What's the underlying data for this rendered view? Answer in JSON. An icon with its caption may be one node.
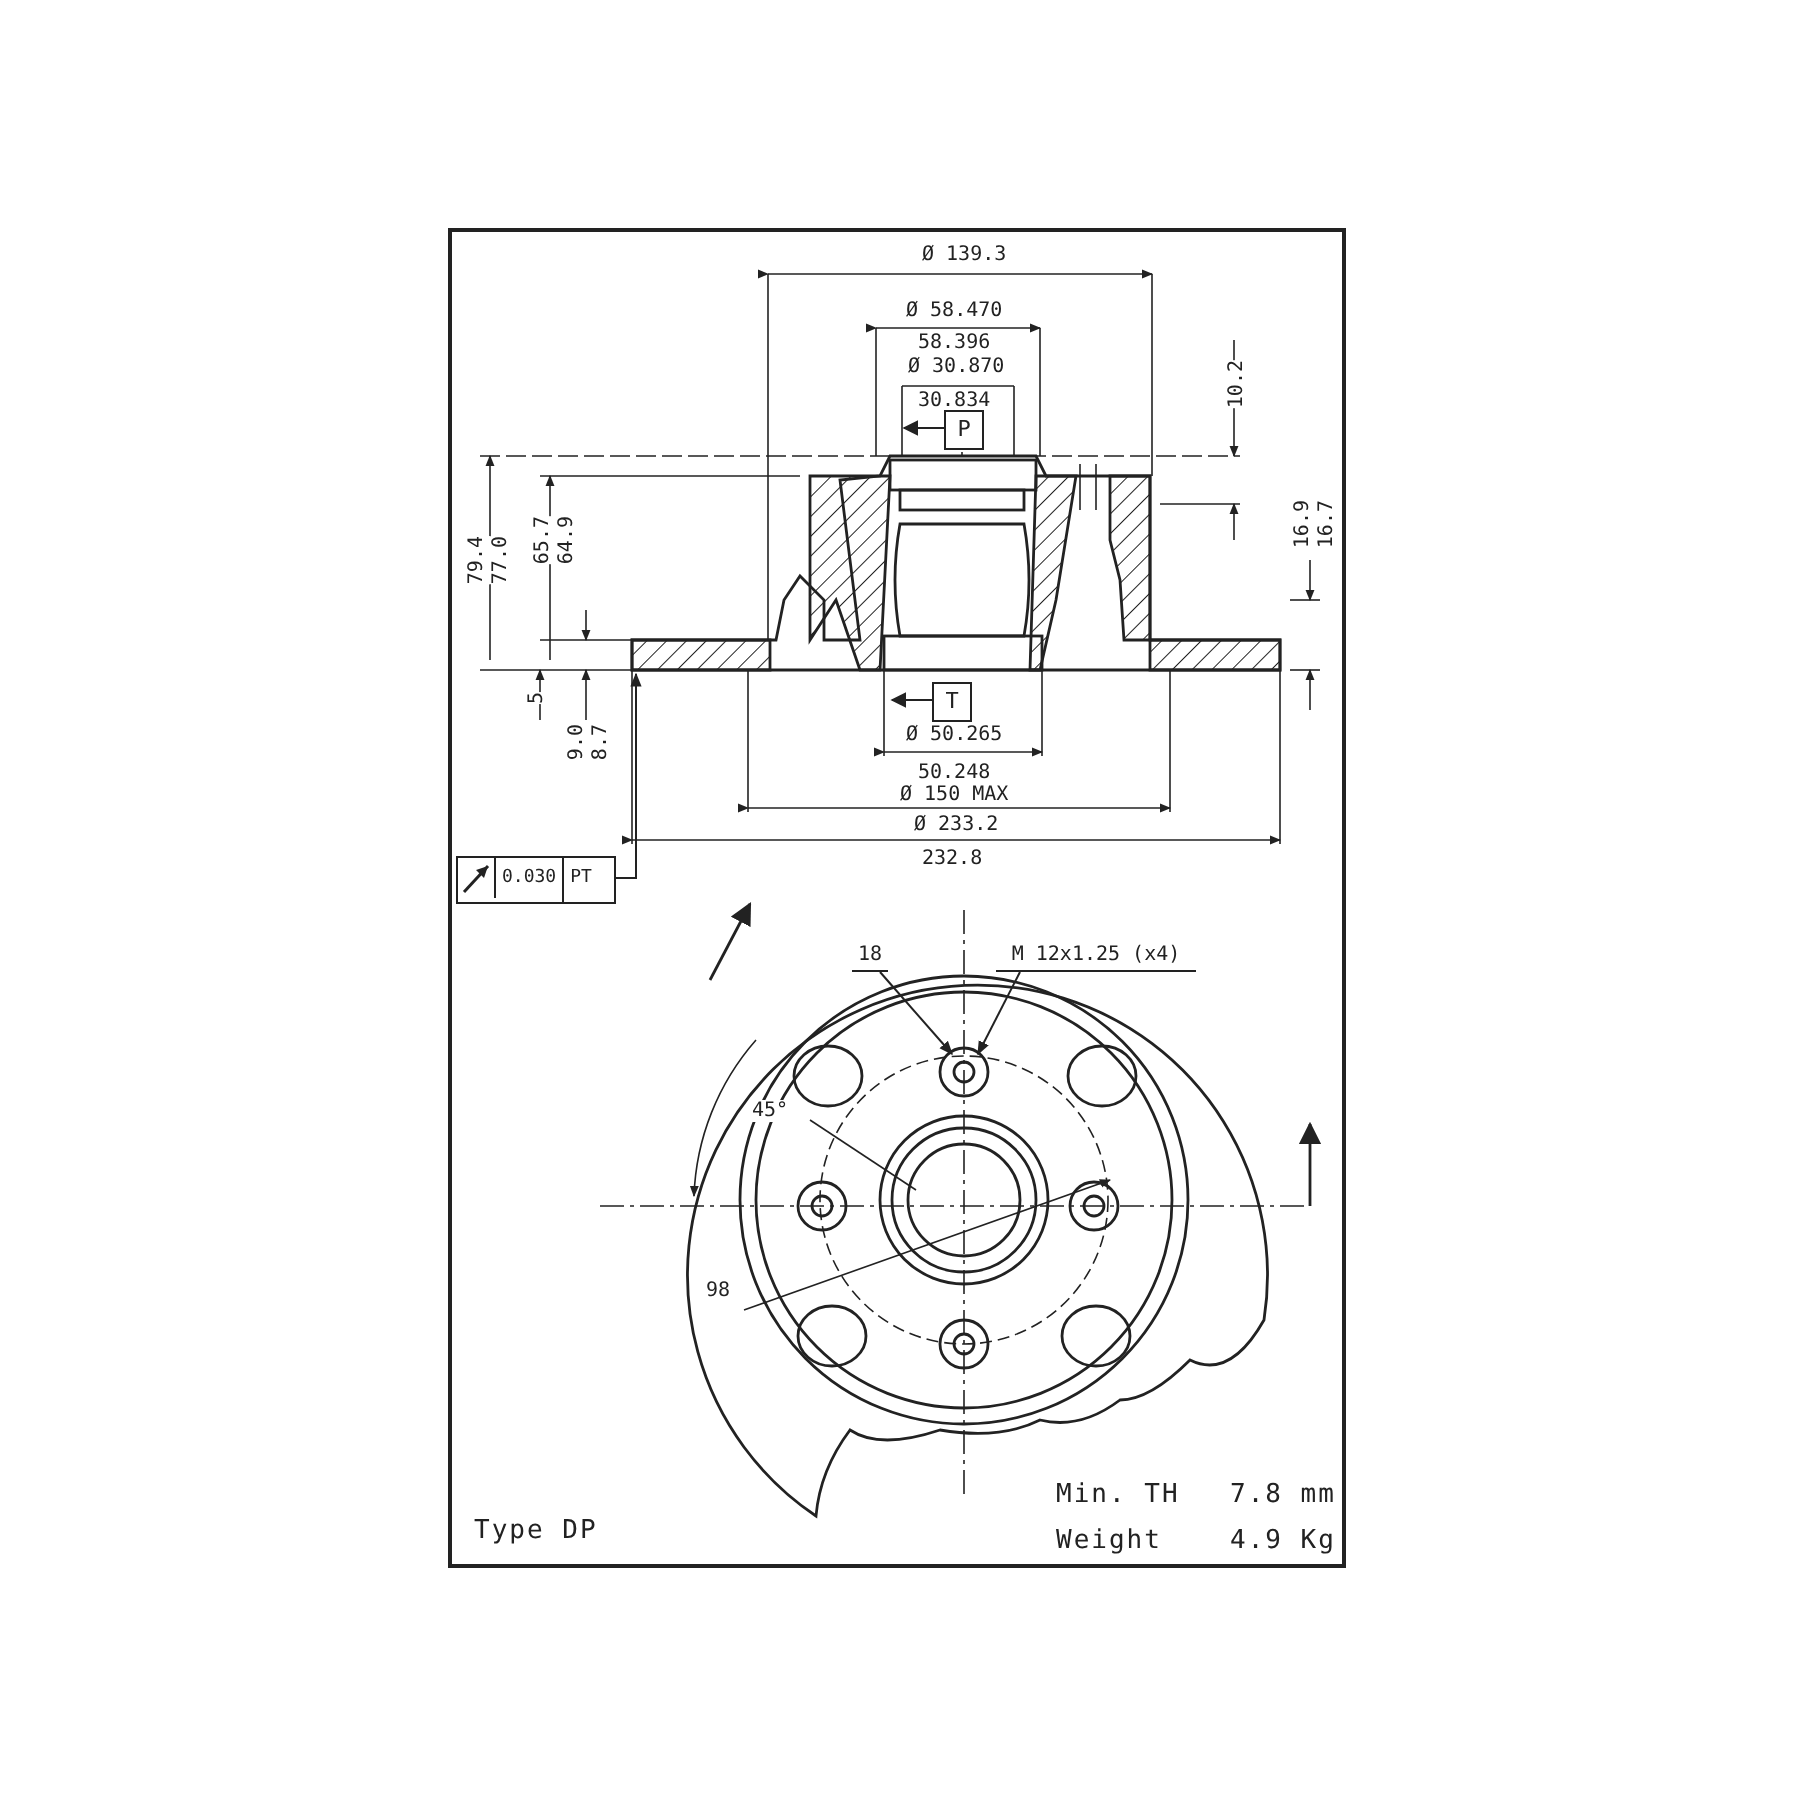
{
  "diagram": {
    "nodes": [
      {
        "text": [
          "P"
        ]
      },
      {
        "text": [
          "T"
        ]
      },
      {
        "text": [
          "0.030",
          "PT"
        ]
      },
      {
        "text": [
          "18"
        ]
      },
      {
        "text": [
          "M 12x1.25 (x4)"
        ]
      },
      {
        "text": [],
        "shape": "picture"
      },
      {
        "text": [],
        "shape": "picture"
      }
    ],
    "edges": [
      {
        "from": 0,
        "to": 5,
        "arrow": "to"
      },
      {
        "from": 1,
        "to": 5,
        "arrow": "to"
      },
      {
        "from": 2,
        "to": 5,
        "arrow": "to"
      },
      {
        "from": 3,
        "to": 6,
        "arrow": "to"
      },
      {
        "from": 4,
        "to": 6,
        "arrow": "to"
      }
    ],
    "labels": [
      "Ø 139.3",
      "Ø 58.470",
      "58.396",
      "Ø 30.870",
      "30.834",
      "10.2",
      "79.4",
      "77.0",
      "65.7",
      "64.9",
      "16.9",
      "16.7",
      "5",
      "9.0",
      "8.7",
      "Ø 50.265",
      "50.248",
      "Ø 150 MAX",
      "Ø 233.2",
      "232.8",
      "45°",
      "98",
      "Type DP",
      "Min. TH",
      "7.8 mm",
      "Weight",
      "4.9 Kg"
    ]
  }
}
